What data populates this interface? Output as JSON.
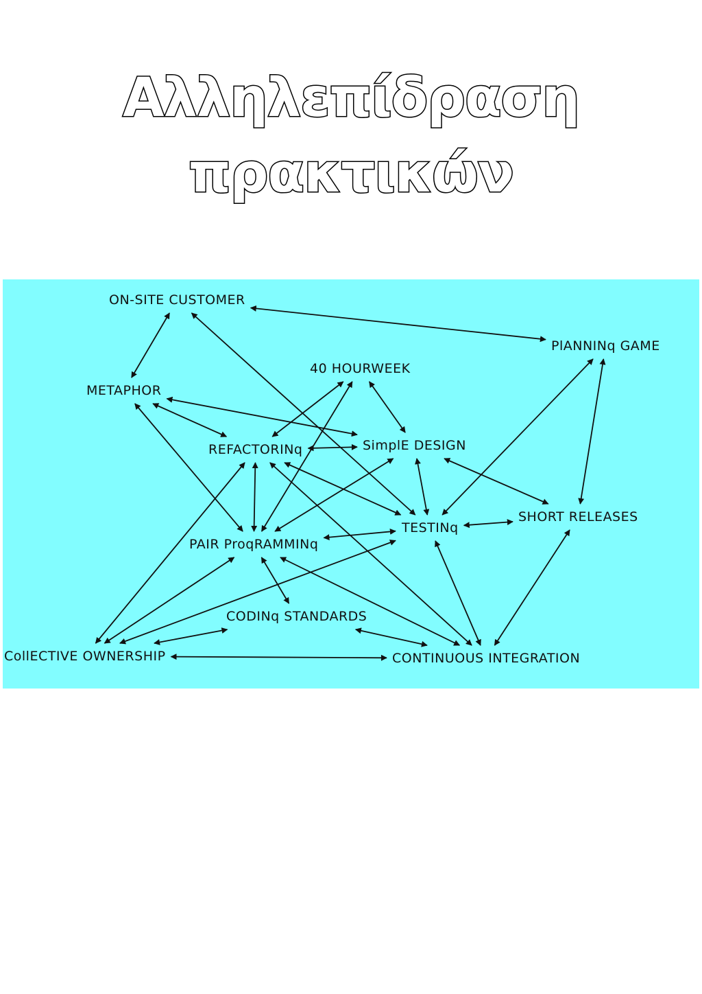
{
  "slide": {
    "title": "Αλληλεπίδραση πρακτικών"
  },
  "diagram": {
    "background_color": "#82fdff",
    "line_color": "#111111",
    "nodes": [
      {
        "id": "onsite",
        "label": "ON-SITE CUSTOMER"
      },
      {
        "id": "planning",
        "label": "PlANNINq GAME"
      },
      {
        "id": "fortyhour",
        "label": "40 HOURWEEK"
      },
      {
        "id": "metaphor",
        "label": "METAPHOR"
      },
      {
        "id": "refactoring",
        "label": "REFACTORINq"
      },
      {
        "id": "simpledesign",
        "label": "SimplE DESIGN"
      },
      {
        "id": "testing",
        "label": "TESTINq"
      },
      {
        "id": "shortreleases",
        "label": "SHORT RELEASES"
      },
      {
        "id": "pairprog",
        "label": "PAIR ProqRAMMINq"
      },
      {
        "id": "codingstd",
        "label": "CODINq STANDARDS"
      },
      {
        "id": "collective",
        "label": "CollECTIVE OWNERSHIP"
      },
      {
        "id": "ci",
        "label": "CONTINUOUS INTEGRATION"
      }
    ],
    "edges": [
      [
        "onsite",
        "planning"
      ],
      [
        "onsite",
        "metaphor"
      ],
      [
        "onsite",
        "testing"
      ],
      [
        "planning",
        "shortreleases"
      ],
      [
        "planning",
        "testing"
      ],
      [
        "fortyhour",
        "refactoring"
      ],
      [
        "fortyhour",
        "pairprog"
      ],
      [
        "fortyhour",
        "simpledesign"
      ],
      [
        "metaphor",
        "refactoring"
      ],
      [
        "metaphor",
        "simpledesign"
      ],
      [
        "metaphor",
        "pairprog"
      ],
      [
        "refactoring",
        "simpledesign"
      ],
      [
        "refactoring",
        "pairprog"
      ],
      [
        "refactoring",
        "testing"
      ],
      [
        "refactoring",
        "ci"
      ],
      [
        "refactoring",
        "collective"
      ],
      [
        "simpledesign",
        "testing"
      ],
      [
        "simpledesign",
        "shortreleases"
      ],
      [
        "simpledesign",
        "pairprog"
      ],
      [
        "testing",
        "shortreleases"
      ],
      [
        "testing",
        "pairprog"
      ],
      [
        "testing",
        "ci"
      ],
      [
        "testing",
        "collective"
      ],
      [
        "shortreleases",
        "ci"
      ],
      [
        "pairprog",
        "codingstd"
      ],
      [
        "pairprog",
        "collective"
      ],
      [
        "pairprog",
        "ci"
      ],
      [
        "codingstd",
        "collective"
      ],
      [
        "codingstd",
        "ci"
      ],
      [
        "collective",
        "ci"
      ]
    ]
  }
}
